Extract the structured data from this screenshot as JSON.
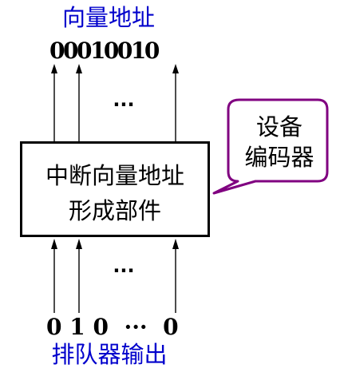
{
  "top_label": "向量地址",
  "top_bits": "00010010",
  "top_ellipsis": "···",
  "main_box": {
    "line1": "中断向量地址",
    "line2": "形成部件"
  },
  "callout": {
    "line1": "设备",
    "line2": "编码器"
  },
  "bottom_ellipsis": "···",
  "bottom_bits": "0 1 0  ···  0",
  "bottom_label": "排队器输出",
  "colors": {
    "label_blue": "#0000cc",
    "callout_border": "#800080",
    "line": "#000000"
  }
}
